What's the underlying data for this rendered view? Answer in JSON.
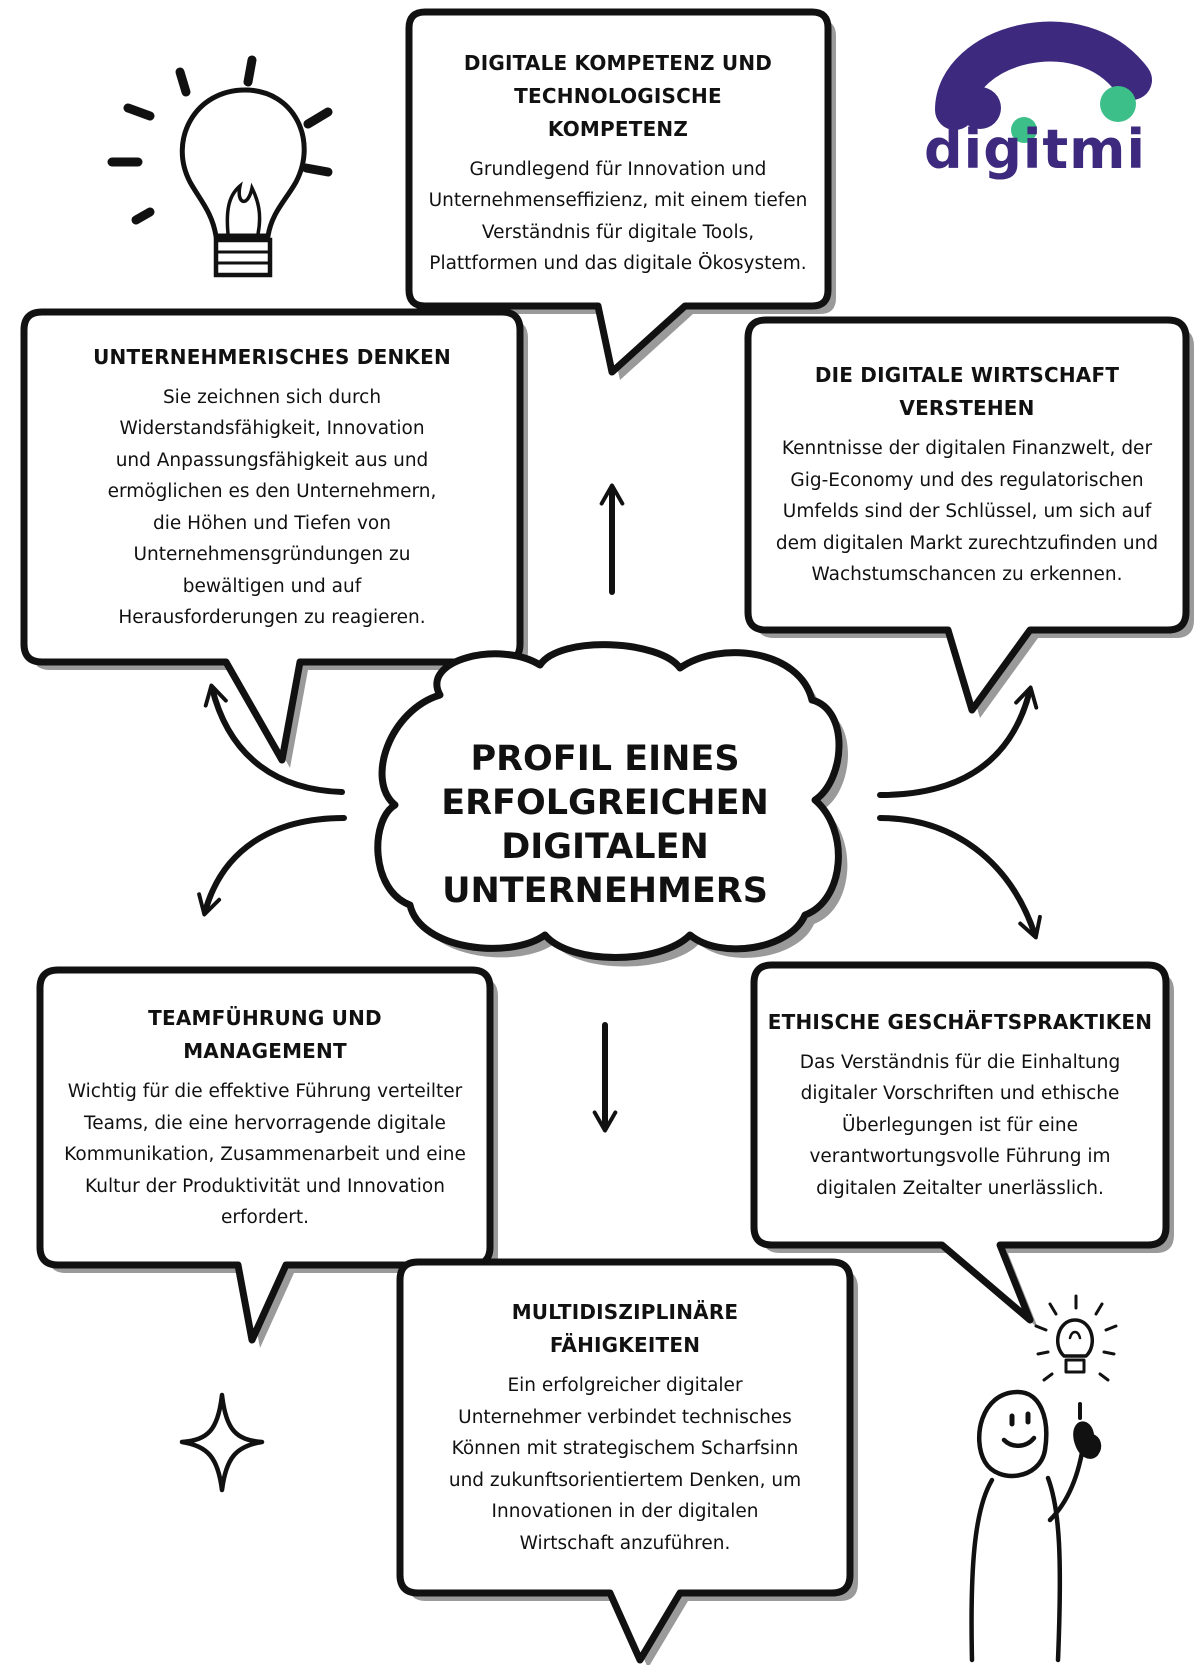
{
  "center": {
    "title": "PROFIL EINES ERFOLGREICHEN DIGITALEN UNTERNEHMERS"
  },
  "logo": {
    "text": "digitmi",
    "color_primary": "#3d2a7e",
    "color_accent": "#3dbf8a"
  },
  "boxes": {
    "digital_competence": {
      "title": "DIGITALE KOMPETENZ UND TECHNOLOGISCHE KOMPETENZ",
      "body": "Grundlegend für Innovation und Unternehmenseffizienz, mit einem tiefen Verständnis für digitale Tools, Plattformen und das digitale Ökosystem."
    },
    "entrepreneurial_thinking": {
      "title": "UNTERNEHMERISCHES DENKEN",
      "body": "Sie zeichnen sich durch Widerstandsfähigkeit, Innovation und Anpassungsfähigkeit aus und ermöglichen es den Unternehmern, die Höhen und Tiefen von Unternehmensgründungen zu bewältigen und auf Herausforderungen zu reagieren."
    },
    "digital_economy": {
      "title": "DIE DIGITALE WIRTSCHAFT VERSTEHEN",
      "body": "Kenntnisse der digitalen Finanzwelt, der Gig-Economy und des regulatorischen Umfelds sind der Schlüssel, um sich auf dem digitalen Markt zurechtzufinden und Wachstumschancen zu erkennen."
    },
    "team_leadership": {
      "title": "TEAMFÜHRUNG UND MANAGEMENT",
      "body": "Wichtig für die effektive Führung verteilter Teams, die eine hervorragende digitale Kommunikation, Zusammenarbeit und eine Kultur der Produktivität und Innovation erfordert."
    },
    "ethical_practices": {
      "title": "ETHISCHE GESCHÄFTSPRAKTIKEN",
      "body": "Das Verständnis für die Einhaltung digitaler Vorschriften und ethische Überlegungen ist für eine verantwortungsvolle Führung im digitalen Zeitalter unerlässlich."
    },
    "multidisciplinary": {
      "title": "MULTIDISZIPLINÄRE FÄHIGKEITEN",
      "body": "Ein erfolgreicher digitaler Unternehmer verbindet technisches Können mit strategischem Scharfsinn und zukunftsorientiertem Denken, um Innovationen in der digitalen Wirtschaft anzuführen."
    }
  },
  "icons": [
    "lightbulb-icon",
    "sparkle-star-icon",
    "thinking-person-icon"
  ]
}
